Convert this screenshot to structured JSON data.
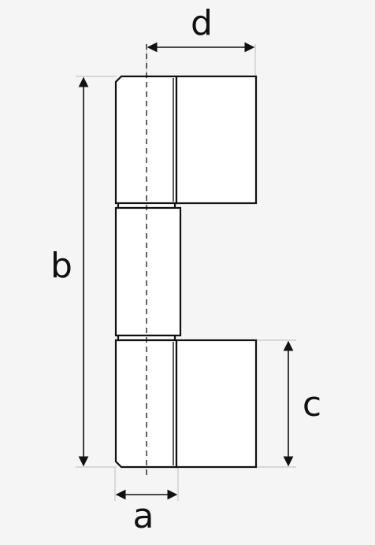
{
  "diagram": {
    "type": "hinge-dimension-drawing",
    "colors": {
      "background": "#f5f5f5",
      "part_fill": "#ffffff",
      "stroke": "#111111",
      "extension_lines": "#c8c8c8"
    },
    "labels": {
      "a": "a",
      "b": "b",
      "c": "c",
      "d": "d"
    }
  }
}
